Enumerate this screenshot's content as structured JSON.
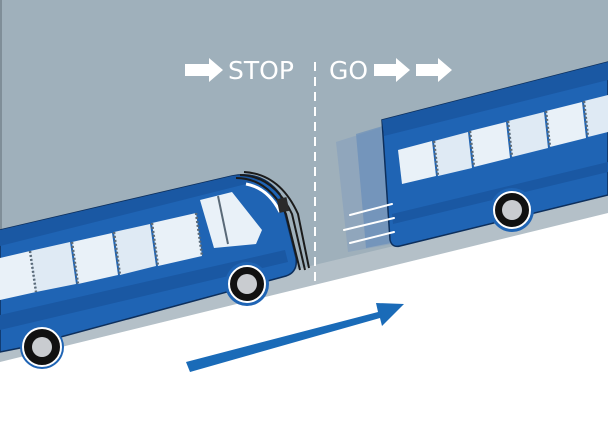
{
  "diagram": {
    "labels": {
      "stop": "STOP",
      "go": "GO"
    },
    "icons": {
      "stop_arrow": "right-arrow-icon",
      "go_arrows": [
        "right-arrow-icon",
        "right-arrow-icon"
      ],
      "direction_arrow": "long-right-arrow-icon"
    },
    "colors": {
      "background": "#9fb0bb",
      "road": "#ffffff",
      "road_shoulder": "#b4c0c8",
      "bus_body": "#1f64b4",
      "bus_dark": "#14478a",
      "window": "#e9f1f8",
      "arrow": "#1a6bb8",
      "text": "#ffffff"
    },
    "elements": [
      {
        "name": "stopped-bus",
        "description": "Bus stopped on uphill road before dashed line"
      },
      {
        "name": "moving-bus",
        "description": "Bus moving away uphill after dashed line with motion blur"
      },
      {
        "name": "stop-line",
        "description": "Dashed vertical divider line"
      },
      {
        "name": "direction-arrow",
        "description": "Blue arrow pointing uphill"
      }
    ]
  }
}
